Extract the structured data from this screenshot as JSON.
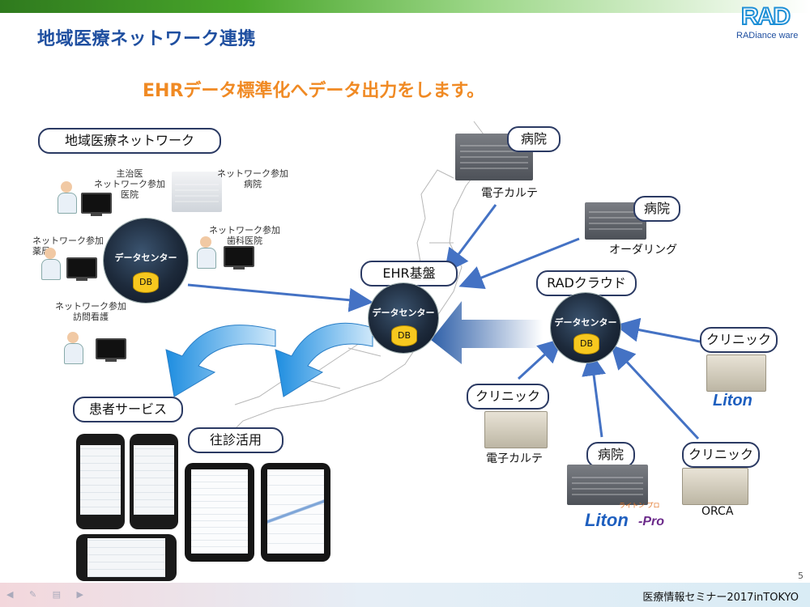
{
  "title": "地域医療ネットワーク連携",
  "logo": {
    "mark": "RAD",
    "tagline": "RADiance ware"
  },
  "subtitle": "EHRデータ標準化へデータ出力をします。",
  "left_network": {
    "header": "地域医療ネットワーク",
    "labels": {
      "clinic_main": "主治医\nネットワーク参加\n医院",
      "hospital": "ネットワーク参加\n病院",
      "dental": "ネットワーク参加\n歯科医院",
      "pharmacy": "ネットワーク参加\n薬局",
      "nursing": "ネットワーク参加\n訪問看護"
    },
    "datacenter": "データセンター",
    "db": "DB"
  },
  "ehr": {
    "header": "EHR基盤",
    "datacenter": "データセンター",
    "db": "DB"
  },
  "rad_cloud": {
    "header": "RADクラウド",
    "datacenter": "データセンター",
    "db": "DB"
  },
  "facilities": {
    "hospital_top": {
      "pill": "病院",
      "caption": "電子カルテ"
    },
    "hospital_right": {
      "pill": "病院",
      "caption": "オーダリング"
    },
    "clinic_right": {
      "pill": "クリニック",
      "brand": "Liton"
    },
    "clinic_left": {
      "pill": "クリニック",
      "caption": "電子カルテ"
    },
    "hospital_bottom": {
      "pill": "病院",
      "brand": "Liton",
      "brand_suffix": "-Pro",
      "brand_note": "ライトン プロ"
    },
    "clinic_bottom": {
      "pill": "クリニック",
      "caption": "ORCA"
    }
  },
  "services": {
    "patient": "患者サービス",
    "home": "往診活用"
  },
  "footer": {
    "text": "医療情報セミナー2017inTOKYO",
    "page": "5"
  },
  "colors": {
    "title": "#1f4fa0",
    "subtitle": "#f08a24",
    "arrow": "#4472c4",
    "accent_green": "#49a62b"
  }
}
